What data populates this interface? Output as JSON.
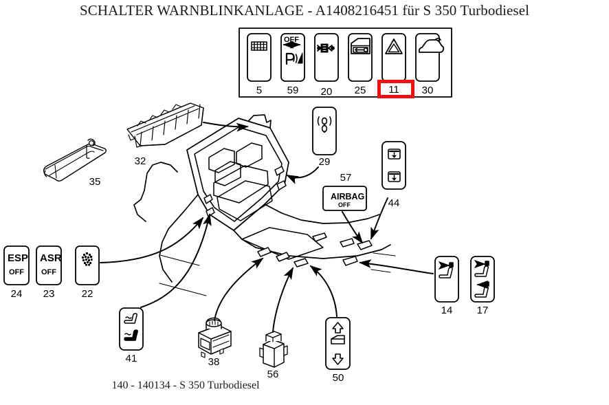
{
  "title": "SCHALTER WARNBLINKANLAGE - A1408216451 für S 350 Turbodiesel",
  "caption": "140 - 140134 - S 350 Turbodiesel",
  "colors": {
    "highlight": "#ee1111",
    "line": "#000000",
    "background": "#ffffff"
  },
  "highlight": {
    "target_number": "11",
    "description": "red rectangle around switch position 11"
  },
  "switch_panel": {
    "switches": [
      {
        "number": "5",
        "icon": "rear-window-defroster-icon",
        "label": ""
      },
      {
        "number": "59",
        "icon": "parktronic-icon",
        "label": "OFF"
      },
      {
        "number": "20",
        "icon": "headlamp-range-icon",
        "label": ""
      },
      {
        "number": "25",
        "icon": "central-locking-icon",
        "label": ""
      },
      {
        "number": "11",
        "icon": "hazard-warning-triangle-icon",
        "label": ""
      },
      {
        "number": "30",
        "icon": "trunk-release-icon",
        "label": ""
      }
    ]
  },
  "parts": [
    {
      "number": "32",
      "name": "switch-carrier-strip",
      "icon": "isometric-strip-part"
    },
    {
      "number": "35",
      "name": "trim-cover-part",
      "icon": "isometric-trim-part"
    },
    {
      "number": "29",
      "name": "roll-over-bar-switch",
      "icon": "rollover-bar-icon"
    },
    {
      "number": "57",
      "name": "airbag-off-indicator",
      "icon": "airbag-off-label",
      "label_line1": "AIRBAG",
      "label_line2": "OFF"
    },
    {
      "number": "44",
      "name": "rear-window-blind-switch",
      "icon": "double-blind-icon"
    },
    {
      "number": "24",
      "name": "esp-off-switch",
      "icon": "esp-off-text",
      "label_line1": "ESP",
      "label_line2": "OFF"
    },
    {
      "number": "23",
      "name": "asr-off-switch",
      "icon": "asr-off-text",
      "label_line1": "ASR",
      "label_line2": "OFF"
    },
    {
      "number": "22",
      "name": "offroad-switch",
      "icon": "offroad-cluster-icon"
    },
    {
      "number": "41",
      "name": "seat-heating-switch",
      "icon": "double-seat-heat-icon"
    },
    {
      "number": "38",
      "name": "rotary-switch-module",
      "icon": "isometric-rotary-switch"
    },
    {
      "number": "56",
      "name": "connector-module",
      "icon": "isometric-connector"
    },
    {
      "number": "50",
      "name": "sunroof-switch",
      "icon": "arrow-up-roof-arrow-down-icon"
    },
    {
      "number": "14",
      "name": "seat-memory-switch-single",
      "icon": "seat-memory-single-icon"
    },
    {
      "number": "17",
      "name": "seat-memory-switch-double",
      "icon": "seat-memory-double-icon"
    }
  ],
  "numbers": {
    "n5": "5",
    "n59": "59",
    "n20": "20",
    "n25": "25",
    "n11": "11",
    "n30": "30",
    "n32": "32",
    "n35": "35",
    "n29": "29",
    "n57": "57",
    "n44": "44",
    "n24": "24",
    "n23": "23",
    "n22": "22",
    "n41": "41",
    "n38": "38",
    "n56": "56",
    "n50": "50",
    "n14": "14",
    "n17": "17"
  },
  "texts": {
    "esp": "ESP",
    "asr": "ASR",
    "off": "OFF",
    "airbag": "AIRBAG",
    "airbag_off": "OFF",
    "parktronic_off": "OFF",
    "p_letter": "P"
  }
}
